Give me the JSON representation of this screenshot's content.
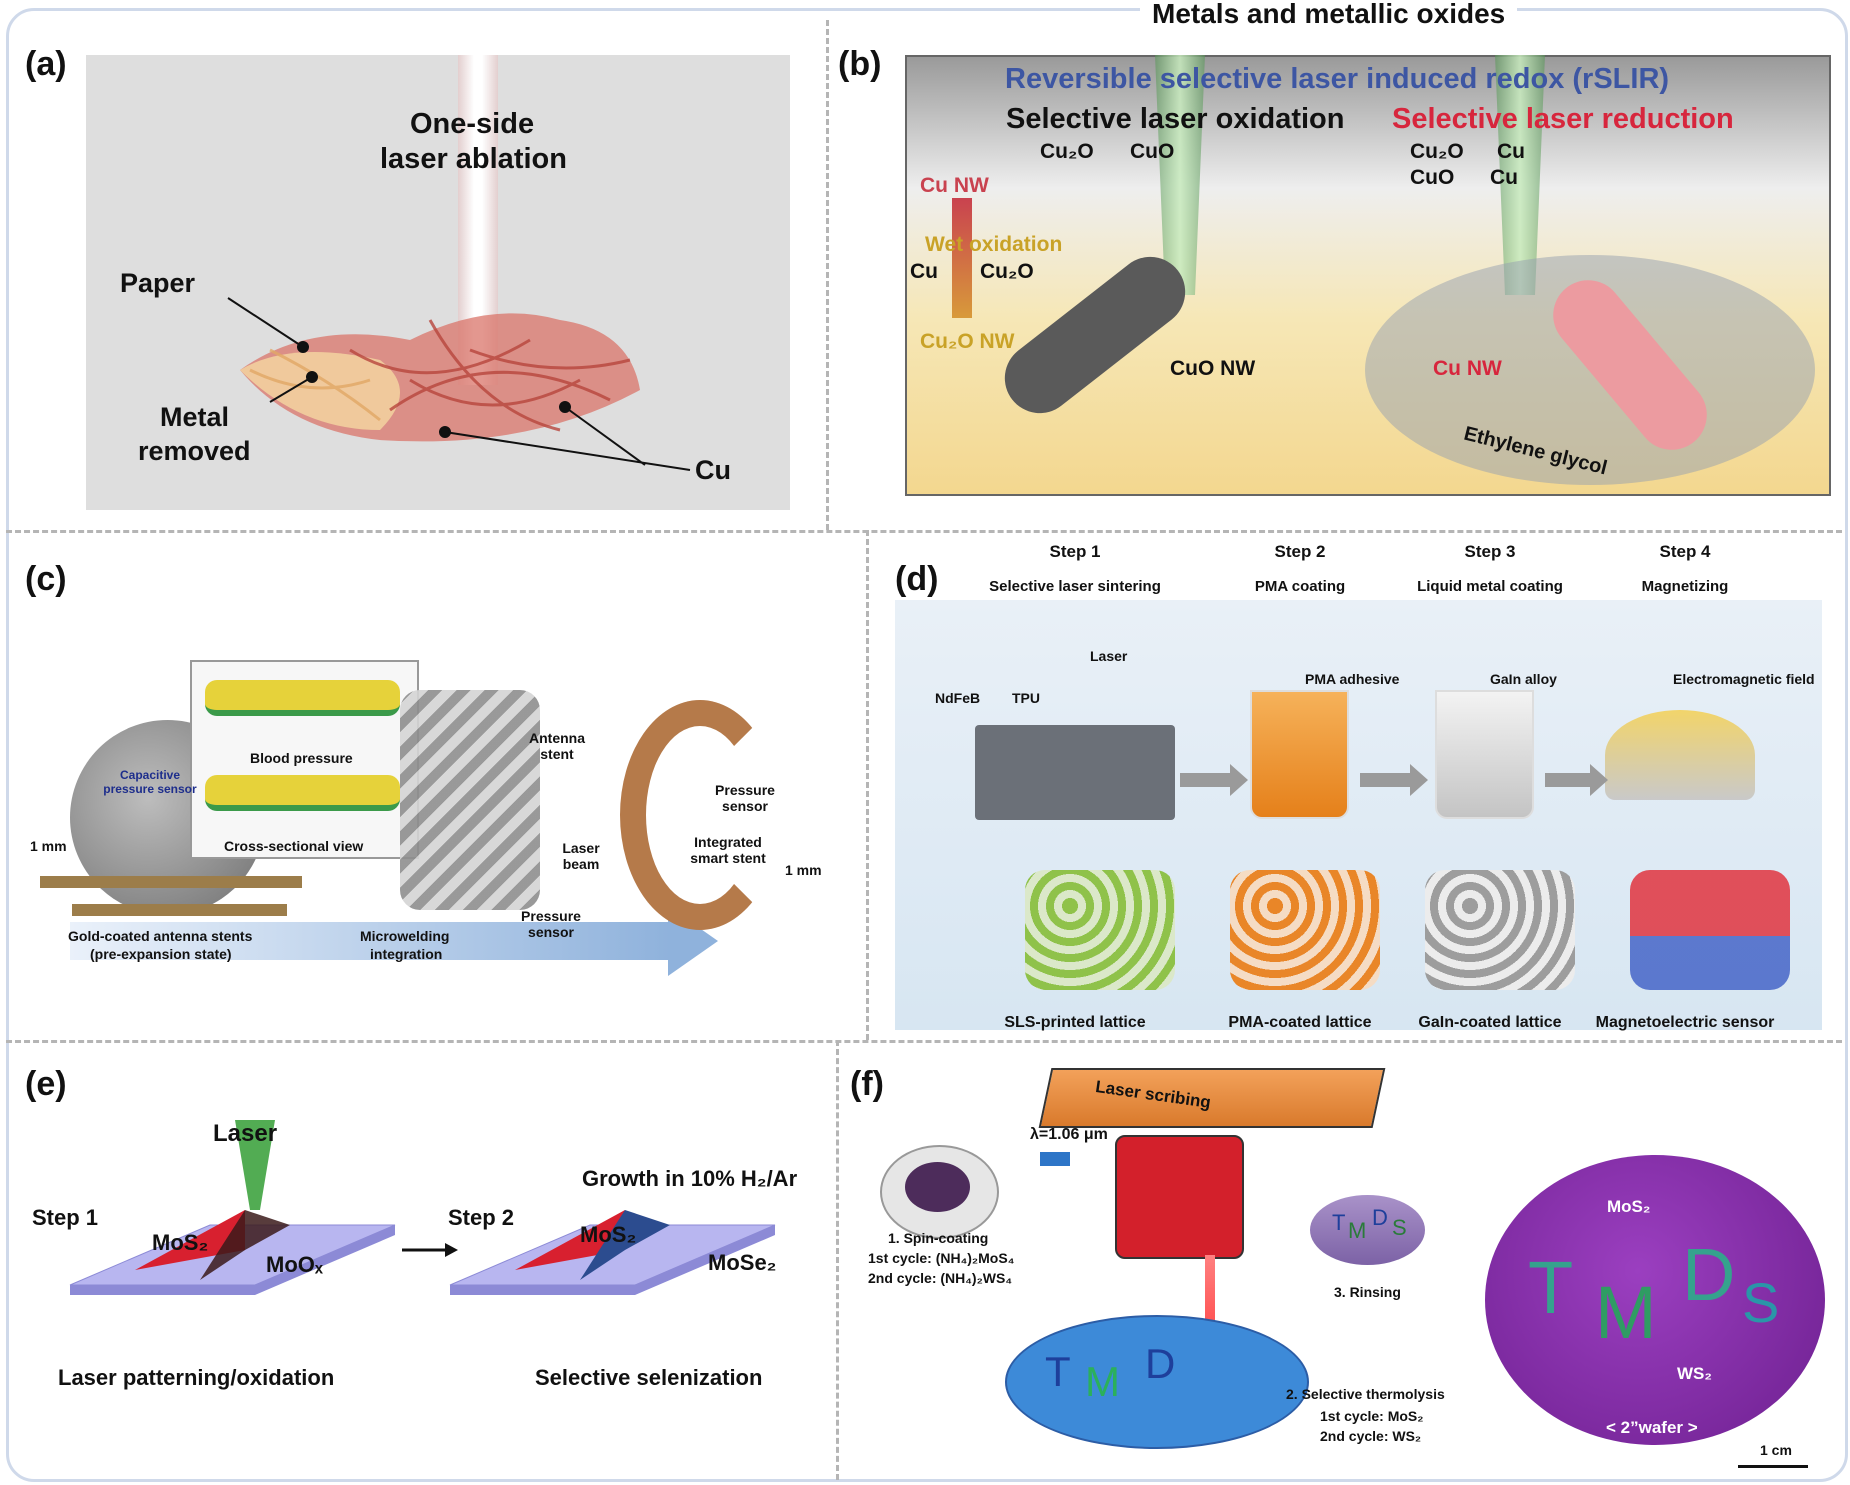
{
  "title": "Metals and metallic oxides",
  "panel_a": {
    "letter": "(a)",
    "laser_line1": "One-side",
    "laser_line2": "laser ablation",
    "paper": "Paper",
    "metal_line1": "Metal",
    "metal_line2": "removed",
    "cu": "Cu"
  },
  "panel_b": {
    "letter": "(b)",
    "title": "Reversible selective laser induced redox (rSLIR)",
    "oxidation": "Selective laser oxidation",
    "reduction": "Selective laser reduction",
    "cu2o_left": "Cu₂O",
    "cuo_left": "CuO",
    "cu2o_right": "Cu₂O",
    "cu_right_top": "Cu",
    "cuo_right": "CuO",
    "cu_right_bottom": "Cu",
    "cu_nw_top": "Cu NW",
    "wet_oxidation": "Wet oxidation",
    "cu_mid": "Cu",
    "cu2o_mid": "Cu₂O",
    "cu2o_nw": "Cu₂O NW",
    "cuo_nw": "CuO NW",
    "cu_nw_right": "Cu NW",
    "ethylene": "Ethylene glycol"
  },
  "panel_c": {
    "letter": "(c)",
    "blood_pressure": "Blood pressure",
    "cross_section": "Cross-sectional view",
    "capacitive": "Capacitive pressure sensor",
    "scale_1mm_left": "1 mm",
    "antenna_stent": "Antenna stent",
    "laser_beam": "Laser beam",
    "pressure_sensor_mid": "Pressure sensor",
    "pressure_sensor_right": "Pressure sensor",
    "integrated": "Integrated smart stent",
    "scale_1mm_right": "1 mm",
    "gold_line1": "Gold-coated antenna stents",
    "gold_line2": "(pre-expansion state)",
    "micro_line1": "Microwelding",
    "micro_line2": "integration"
  },
  "panel_d": {
    "letter": "(d)",
    "steps": [
      {
        "step": "Step 1",
        "name": "Selective laser sintering",
        "caption": "SLS-printed lattice"
      },
      {
        "step": "Step 2",
        "name": "PMA coating",
        "caption": "PMA-coated lattice"
      },
      {
        "step": "Step 3",
        "name": "Liquid metal coating",
        "caption": "GaIn-coated lattice"
      },
      {
        "step": "Step 4",
        "name": "Magnetizing",
        "caption": "Magnetoelectric sensor"
      }
    ],
    "laser": "Laser",
    "ndfeb": "NdFeB",
    "tpu": "TPU",
    "pma_adhesive": "PMA adhesive",
    "gain_alloy": "GaIn alloy",
    "em_field": "Electromagnetic field"
  },
  "panel_e": {
    "letter": "(e)",
    "laser": "Laser",
    "step1": "Step 1",
    "step2": "Step 2",
    "mos2_left": "MoS₂",
    "moox": "MoOₓ",
    "growth": "Growth in 10% H₂/Ar",
    "mos2_right": "MoS₂",
    "mose2": "MoSe₂",
    "caption_left": "Laser patterning/oxidation",
    "caption_right": "Selective selenization"
  },
  "panel_f": {
    "letter": "(f)",
    "laser_scribing": "Laser scribing",
    "lambda": "λ=1.06 μm",
    "spin1": "1. Spin-coating",
    "spin2": "1st cycle: (NH₄)₂MoS₄",
    "spin3": "2nd cycle: (NH₄)₂WS₄",
    "rinsing": "3. Rinsing",
    "thermo1": "2. Selective thermolysis",
    "thermo2": "1st cycle: MoS₂",
    "thermo3": "2nd cycle: WS₂",
    "wafer_mos2": "MoS₂",
    "wafer_ws2": "WS₂",
    "wafer": "< 2”wafer >",
    "scale": "1 cm",
    "tmds": [
      "T",
      "M",
      "D",
      "S"
    ]
  }
}
